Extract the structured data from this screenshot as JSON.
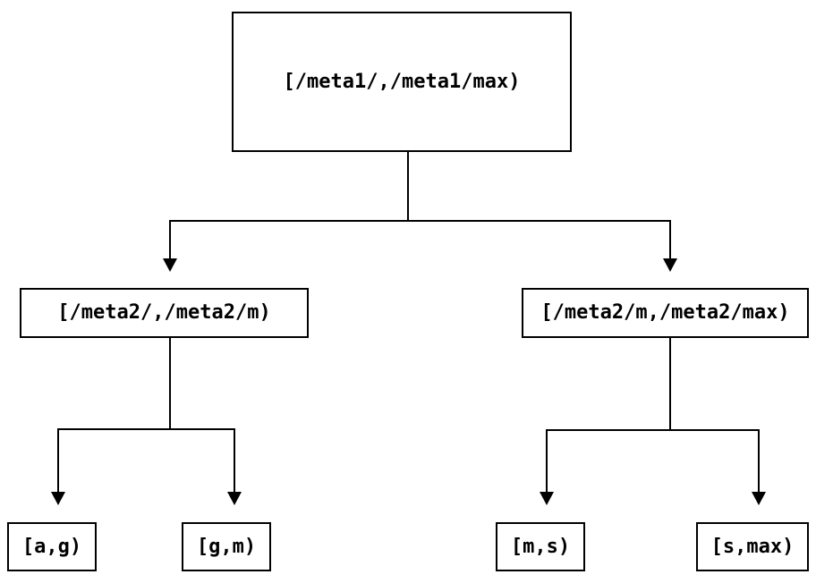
{
  "tree": {
    "label": "[/meta1/,/meta1/max)",
    "children": [
      {
        "label": "[/meta2/,/meta2/m)",
        "children": [
          {
            "label": "[a,g)"
          },
          {
            "label": "[g,m)"
          }
        ]
      },
      {
        "label": "[/meta2/m,/meta2/max)",
        "children": [
          {
            "label": "[m,s)"
          },
          {
            "label": "[s,max)"
          }
        ]
      }
    ]
  },
  "colors": {
    "background": "#ffffff",
    "box_border": "#000000",
    "line": "#000000",
    "text": "#000000"
  }
}
